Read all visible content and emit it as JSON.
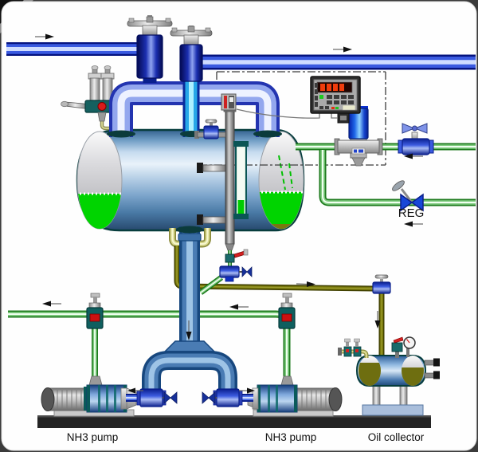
{
  "labels": {
    "pump_left": "NH3 pump",
    "pump_right": "NH3 pump",
    "oil_collector": "Oil collector",
    "reg_valve": "REG"
  },
  "colors": {
    "pipe_blue_dark": "#04127e",
    "pipe_blue": "#3a5ae0",
    "pipe_blue_light": "#cfdcff",
    "pipe_cyan": "#27a7e8",
    "pipe_periwinkle": "#93a7ee",
    "pipe_steel_blue": "#4a7cb4",
    "pipe_green": "#1d7a1d",
    "pipe_olive": "#757509",
    "pipe_khaki": "#d8d88e",
    "liquid_green": "#00d400",
    "oil_olive": "#6e6e10",
    "tank_blue": "#4a7aa6",
    "vessel_outline": "#073d3d",
    "valve_blue": "#1b2fb0",
    "floor_black": "#242424",
    "controller_digit_red": "#f03c0c",
    "indicator_red": "#d42020",
    "indicator_green": "#1ec81e"
  },
  "flow_arrows": [
    {
      "name": "inlet-top-left",
      "direction": "right"
    },
    {
      "name": "outlet-top-right",
      "direction": "right"
    },
    {
      "name": "liquid-feed",
      "direction": "left"
    },
    {
      "name": "reg-line",
      "direction": "left"
    },
    {
      "name": "oil-line-horizontal",
      "direction": "right"
    },
    {
      "name": "oil-line-down",
      "direction": "down"
    },
    {
      "name": "discharge-header-left",
      "direction": "left"
    },
    {
      "name": "discharge-header-mid",
      "direction": "left"
    },
    {
      "name": "downcomer",
      "direction": "down"
    },
    {
      "name": "suction-left-pump",
      "direction": "left"
    },
    {
      "name": "suction-right-pump",
      "direction": "right"
    }
  ]
}
